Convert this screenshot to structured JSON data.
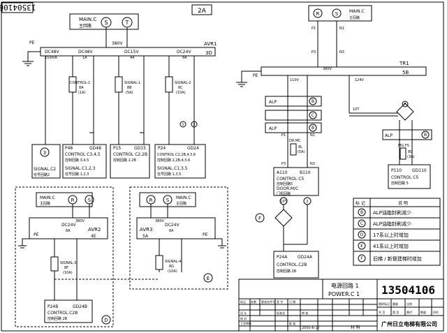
{
  "drawing_no_corner": "13504106",
  "sheet_tag": "2A",
  "main_c": "MAIN.C",
  "main_c_cn": "主回路",
  "r": "R",
  "s": "S",
  "t": "T",
  "v380": "380V",
  "pe": "PE",
  "avr1": {
    "name": "AVR1",
    "sub": "3D"
  },
  "tr1": {
    "name": "TR1",
    "sub": "5B"
  },
  "taps": [
    {
      "label": "DC48V",
      "cur": "150mA"
    },
    {
      "label": "DC48V",
      "cur": "1A"
    },
    {
      "label": "DC15V",
      "cur": "4A"
    },
    {
      "label": "DC24V",
      "cur": "8A"
    }
  ],
  "controls": [
    {
      "name": "CONTROL-1",
      "fuse": "8A",
      "rating": "(1A)"
    },
    {
      "name": "SIGNAL-1",
      "fuse": "8B",
      "rating": "(5A)"
    },
    {
      "name": "SIGNAL-2",
      "fuse": "8C",
      "rating": "(10A)"
    }
  ],
  "box_signal_c2": {
    "line1": "SIGNAL.C2",
    "line2": "信号回路2",
    "circle": "3"
  },
  "box_p48": {
    "a": "P48",
    "b": "GD48",
    "c": "CONTROL C3,4,5",
    "d": "控制回路 3,4,5",
    "e": "SIGNAL.C1,2,3",
    "f": "信号回路 1,2,3"
  },
  "box_p15": {
    "a": "P15",
    "b": "GD15",
    "c": "CONTROL C2,2B",
    "d": "控制回路 2,2B"
  },
  "box_p24": {
    "a": "P24",
    "b": "GD24",
    "c": "CONTROL C2,2B,4,5,6",
    "d": "控制回路 2,2B,4,5,6",
    "e": "SIGNAL.C1,3,5",
    "f": "信号回路 1,3,5"
  },
  "circles_1_2": [
    "1",
    "2"
  ],
  "right_top": {
    "v110": "110V",
    "v124": "124V",
    "alp": "ALP",
    "b": "B",
    "c": "C",
    "e": "E",
    "dr_mc": "DR.MC",
    "dr_fuse": "8L",
    "dr_rating": "(5A)",
    "p1": "P1",
    "p3": "P3",
    "n1": "N1",
    "n3": "N3",
    "a110": "A110",
    "b110": "B110",
    "ctrl_c5": "CONTROL C5",
    "ctrl_c5_cn": "控制回路5",
    "door": "DOOR.M/C",
    "door_cn": "门机回路",
    "mg_fs": "MG.FS",
    "mg_fuse": "8D",
    "mg_rating": "(3A)",
    "p110": "P110",
    "gd110": "GD110",
    "ctrl_c5b": "CONTROL C5",
    "ctrl_c5b_cn": "控制回路 5",
    "f": "F",
    "ten": "10T",
    "one": "1"
  },
  "avr2": {
    "name": "AVR2",
    "sub": "4E",
    "dc": "DC24V",
    "cur": "8A"
  },
  "avr3": {
    "name": "AVR3",
    "sub": "5A",
    "dc": "DC24V",
    "cur": "8A"
  },
  "signal3": {
    "name": "SIGNAL-3",
    "fuse": "8F",
    "rating": "(10A)"
  },
  "signal4": {
    "name": "SIGNAL-4",
    "fuse": "8G",
    "rating": "(10A)"
  },
  "box_p24b": {
    "a": "P24B",
    "b": "GD24B",
    "c": "CONTROL.C2B",
    "d": "控制回路 2B",
    "tag": "D"
  },
  "box_p24a": {
    "a": "P24A",
    "b": "GD24A",
    "c": "CONTROL.C2B",
    "d": "控制回路 2B"
  },
  "e_tag": "E",
  "legend": {
    "h1": "标 记",
    "h2": "说 明",
    "rows": [
      {
        "k": "B",
        "v": "ALP油脂封刷减少"
      },
      {
        "k": "C",
        "v": "ALP油脂封刷减少"
      },
      {
        "k": "D",
        "v": "17系以上时增加"
      },
      {
        "k": "E",
        "v": "41系以上时增加"
      },
      {
        "k": "F",
        "v": "旧梯 / 新督建梯时增加"
      }
    ]
  },
  "title_block": {
    "name_cn": "电源回路 1",
    "name_en": "POWER.C 1",
    "number": "13504106",
    "company": "广州日立电梯有限公司",
    "date": "2005-6-17",
    "material": "材 料",
    "labels": [
      "标记",
      "处数",
      "更改文件号",
      "签 字",
      "日 期",
      "设 计",
      "校 对",
      "审 核",
      "工艺审核",
      "批 准",
      "标准化"
    ],
    "cells": [
      "图样标记",
      "重量",
      "比例",
      "共 页",
      "第 页",
      "替代",
      "数量",
      "000"
    ]
  }
}
